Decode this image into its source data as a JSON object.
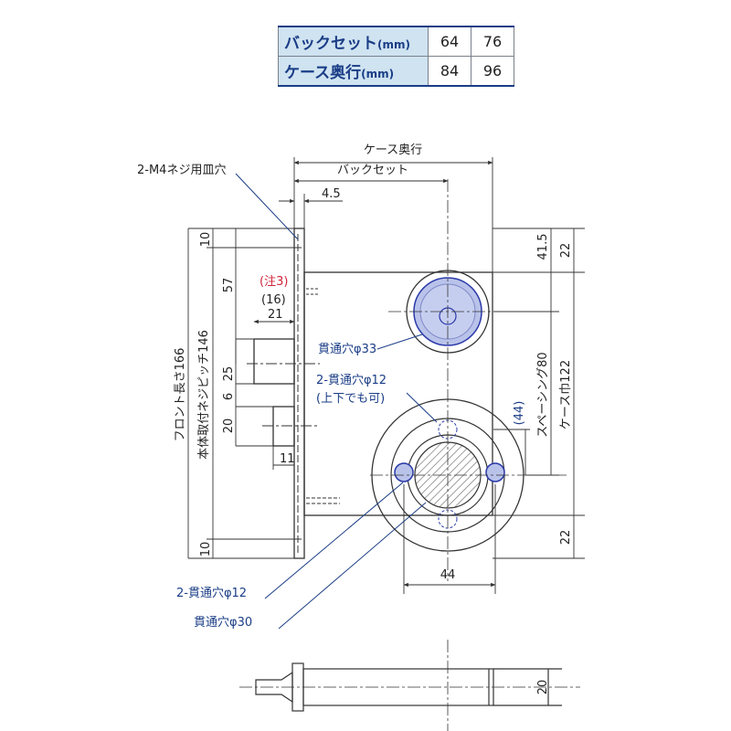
{
  "spec_table": {
    "rows": [
      {
        "label": "バックセット",
        "unit": "(mm)",
        "values": [
          "64",
          "76"
        ]
      },
      {
        "label": "ケース奥行",
        "unit": "(mm)",
        "values": [
          "84",
          "96"
        ]
      }
    ]
  },
  "labels": {
    "case_depth": "ケース奥行",
    "backset": "バックセット",
    "screw_holes": "2-M4ネジ用皿穴",
    "d45": "4.5",
    "d10_top": "10",
    "d57": "57",
    "note3": "(注3)",
    "d16": "(16)",
    "d21": "21",
    "d25": "25",
    "d6": "6",
    "d20_left": "20",
    "d11": "11",
    "d10_bottom": "10",
    "front_length": "フロント長さ166",
    "body_pitch": "本体取付ネジピッチ146",
    "d415": "41.5",
    "d22_top": "22",
    "spacing": "スペーシング80",
    "case_width": "ケース巾122",
    "d44_paren": "(44)",
    "d22_bottom": "22",
    "hole33": "貫通穴φ33",
    "hole12_upper": "2-貫通穴φ12",
    "hole12_upper_note": "(上下でも可)",
    "hole12_lower": "2-貫通穴φ12",
    "hole30": "貫通穴φ30",
    "d44": "44",
    "d20_side": "20"
  },
  "colors": {
    "accent_blue": "#1a3d86",
    "note_red": "#d0243a",
    "header_fill": "#cfe3f1",
    "hole_fill": "#b9c3ea",
    "hole_stroke": "#2b3aa8",
    "line": "#333333"
  }
}
